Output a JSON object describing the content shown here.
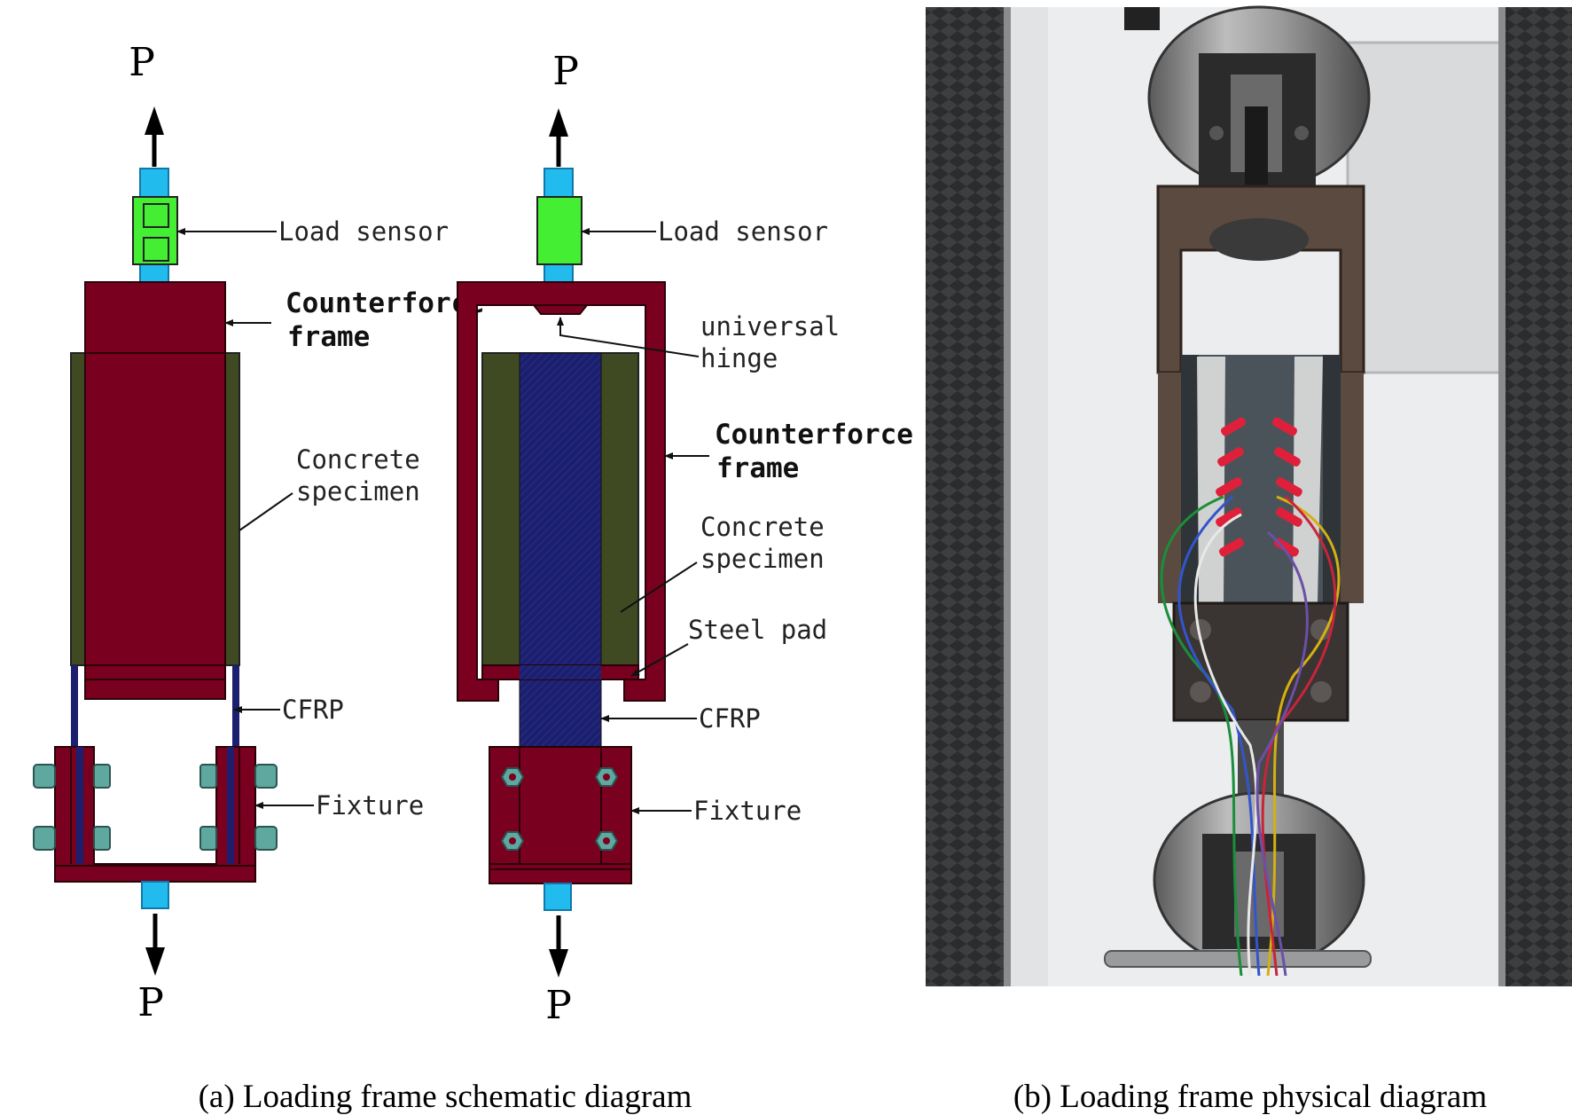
{
  "colors": {
    "frame": "#7a0020",
    "concrete": "#3f4a22",
    "cfrp": "#1c1f6e",
    "sensor": "#44ee33",
    "rod": "#22bbee",
    "bolt": "#5fa8a0"
  },
  "panel_a": {
    "p_top": "P",
    "p_bottom": "P",
    "load_sensor": "Load sensor",
    "counterforce_frame": [
      "Counterforce",
      "frame"
    ],
    "concrete_specimen": [
      "Concrete",
      "specimen"
    ],
    "cfrp": "CFRP",
    "fixture": "Fixture"
  },
  "panel_b": {
    "p_top": "P",
    "p_bottom": "P",
    "load_sensor": "Load sensor",
    "universal_hinge": [
      "universal",
      "hinge"
    ],
    "counterforce_frame": [
      "Counterforce",
      "frame"
    ],
    "concrete_specimen": [
      "Concrete",
      "specimen"
    ],
    "steel_pad": "Steel pad",
    "cfrp": "CFRP",
    "fixture": "Fixture"
  },
  "captions": {
    "a": "(a) Loading frame schematic diagram",
    "b": "(b) Loading frame physical diagram"
  }
}
